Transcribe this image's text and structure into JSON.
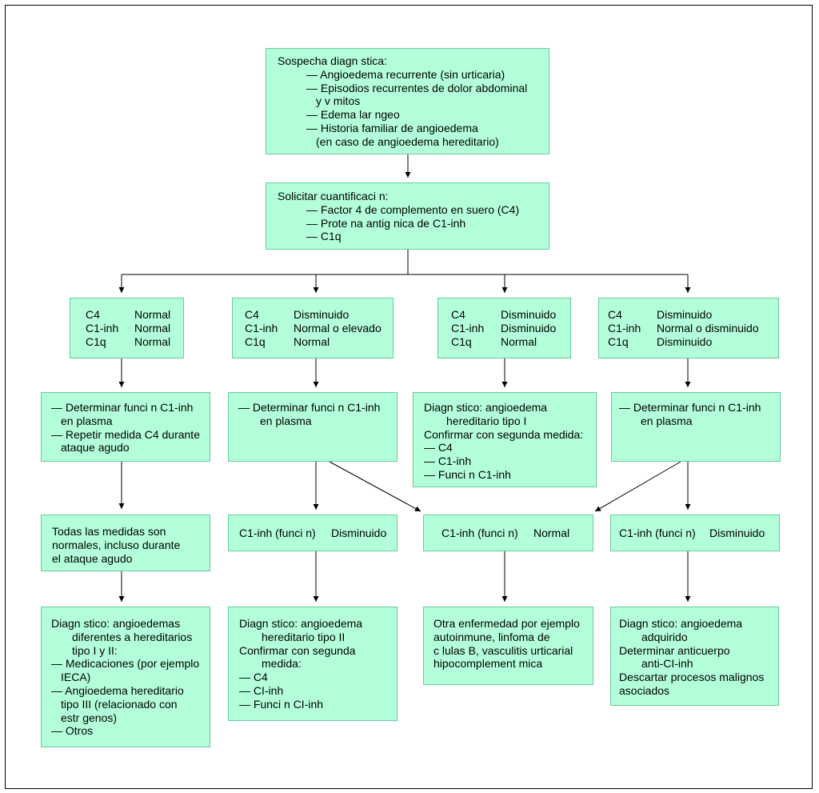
{
  "colors": {
    "node_fill": "#b3ffda",
    "node_border": "#6cc99a",
    "line": "#000000"
  },
  "top": {
    "title": "Sospecha diagn stica:",
    "items": [
      "— Angioedema recurrente (sin urticaria)",
      "— Episodios recurrentes de dolor abdominal",
      "y v mitos",
      "— Edema lar ngeo",
      "— Historia familiar de angioedema",
      "(en caso de angioedema hereditario)"
    ]
  },
  "quant": {
    "title": "Solicitar cuantificaci n:",
    "items": [
      "— Factor 4 de complemento en suero (C4)",
      "— Prote na antig nica de C1-inh",
      "— C1q"
    ]
  },
  "results": [
    {
      "rows": [
        [
          "C4",
          "Normal"
        ],
        [
          "C1-inh",
          "Normal"
        ],
        [
          "C1q",
          "Normal"
        ]
      ]
    },
    {
      "rows": [
        [
          "C4",
          "Disminuido"
        ],
        [
          "C1-inh",
          "Normal o elevado"
        ],
        [
          "C1q",
          "Normal"
        ]
      ]
    },
    {
      "rows": [
        [
          "C4",
          "Disminuido"
        ],
        [
          "C1-inh",
          "Disminuido"
        ],
        [
          "C1q",
          "Normal"
        ]
      ]
    },
    {
      "rows": [
        [
          "C4",
          "Disminuido"
        ],
        [
          "C1-inh",
          "Normal o disminuido"
        ],
        [
          "C1q",
          "Disminuido"
        ]
      ]
    }
  ],
  "actions": {
    "a1": [
      "— Determinar funci n C1-inh",
      "en plasma",
      "— Repetir medida C4 durante",
      "ataque agudo"
    ],
    "a2": [
      "— Determinar funci n C1-inh",
      "en plasma"
    ],
    "a3": [
      "Diagn stico: angioedema",
      "hereditario tipo I",
      "Confirmar con segunda medida:",
      "— C4",
      "— C1-inh",
      "— Funci n C1-inh"
    ],
    "a4": [
      "— Determinar funci n C1-inh",
      "en plasma"
    ]
  },
  "functions": {
    "f1": [
      "Todas las medidas son",
      "normales, incluso durante",
      "el ataque agudo"
    ],
    "f2": [
      "C1-inh (funci n)",
      "Disminuido"
    ],
    "f3": [
      "C1-inh (funci n)",
      "Normal"
    ],
    "f4": [
      "C1-inh (funci n)",
      "Disminuido"
    ]
  },
  "diagnoses": {
    "d1": [
      "Diagn stico: angioedemas",
      "diferentes a hereditarios",
      "tipo I y II:",
      "— Medicaciones (por ejemplo",
      "IECA)",
      "— Angioedema hereditario",
      "tipo III (relacionado con",
      "estr genos)",
      "— Otros"
    ],
    "d2": [
      "Diagn stico: angioedema",
      "hereditario tipo II",
      "Confirmar con segunda",
      "medida:",
      "— C4",
      "— CI-inh",
      "— Funci n CI-inh"
    ],
    "d3": [
      "Otra enfermedad por ejemplo",
      "autoinmune, linfoma de",
      "c lulas B, vasculitis urticarial",
      "hipocomplement mica"
    ],
    "d4": [
      "Diagn stico: angioedema",
      "adquirido",
      "Determinar anticuerpo",
      "anti-CI-inh",
      "Descartar procesos malignos",
      "asociados"
    ]
  }
}
